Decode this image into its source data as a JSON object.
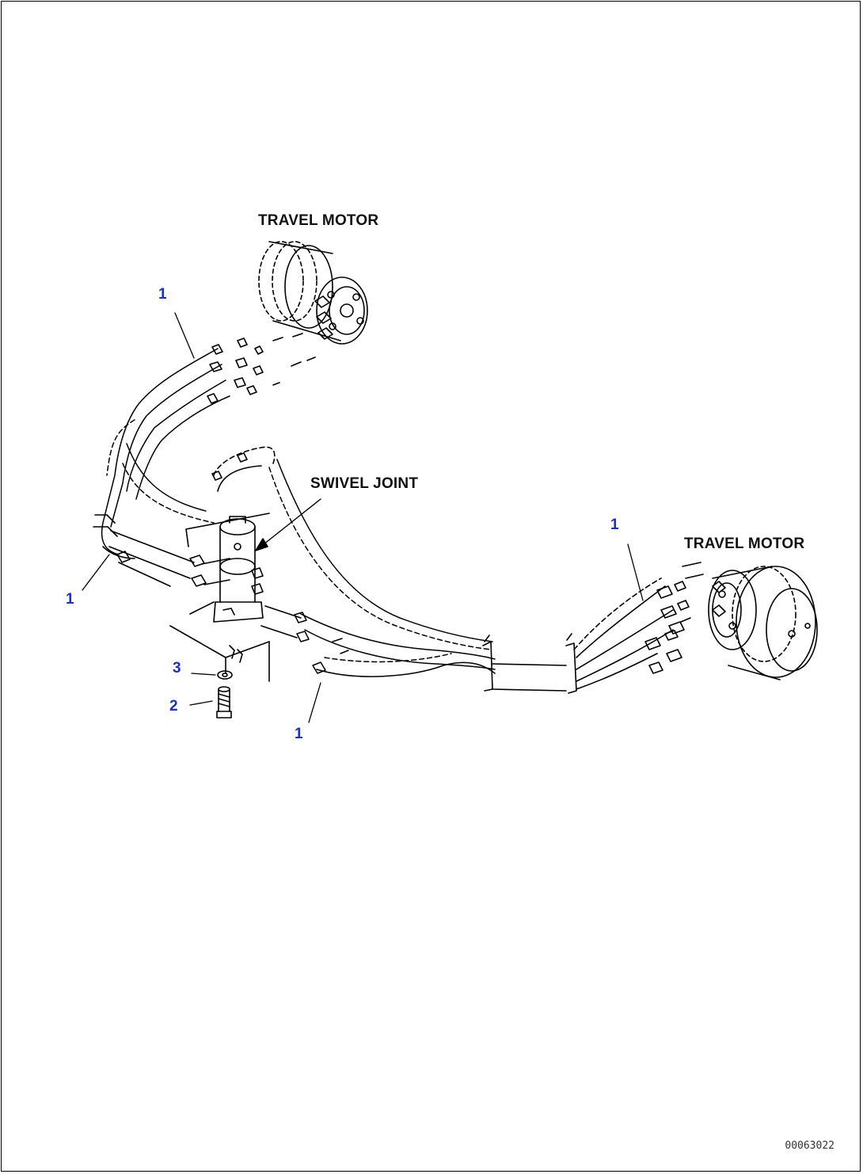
{
  "labels": {
    "travel_motor_top": "TRAVEL MOTOR",
    "travel_motor_right": "TRAVEL MOTOR",
    "swivel_joint": "SWIVEL JOINT"
  },
  "callouts": {
    "top_hose": "1",
    "left_hose": "1",
    "right_hose": "1",
    "bottom_hose": "1",
    "washer": "3",
    "bolt": "2"
  },
  "figure_id": "00063022",
  "colors": {
    "line": "#000000",
    "callout": "#1a2fd0"
  }
}
